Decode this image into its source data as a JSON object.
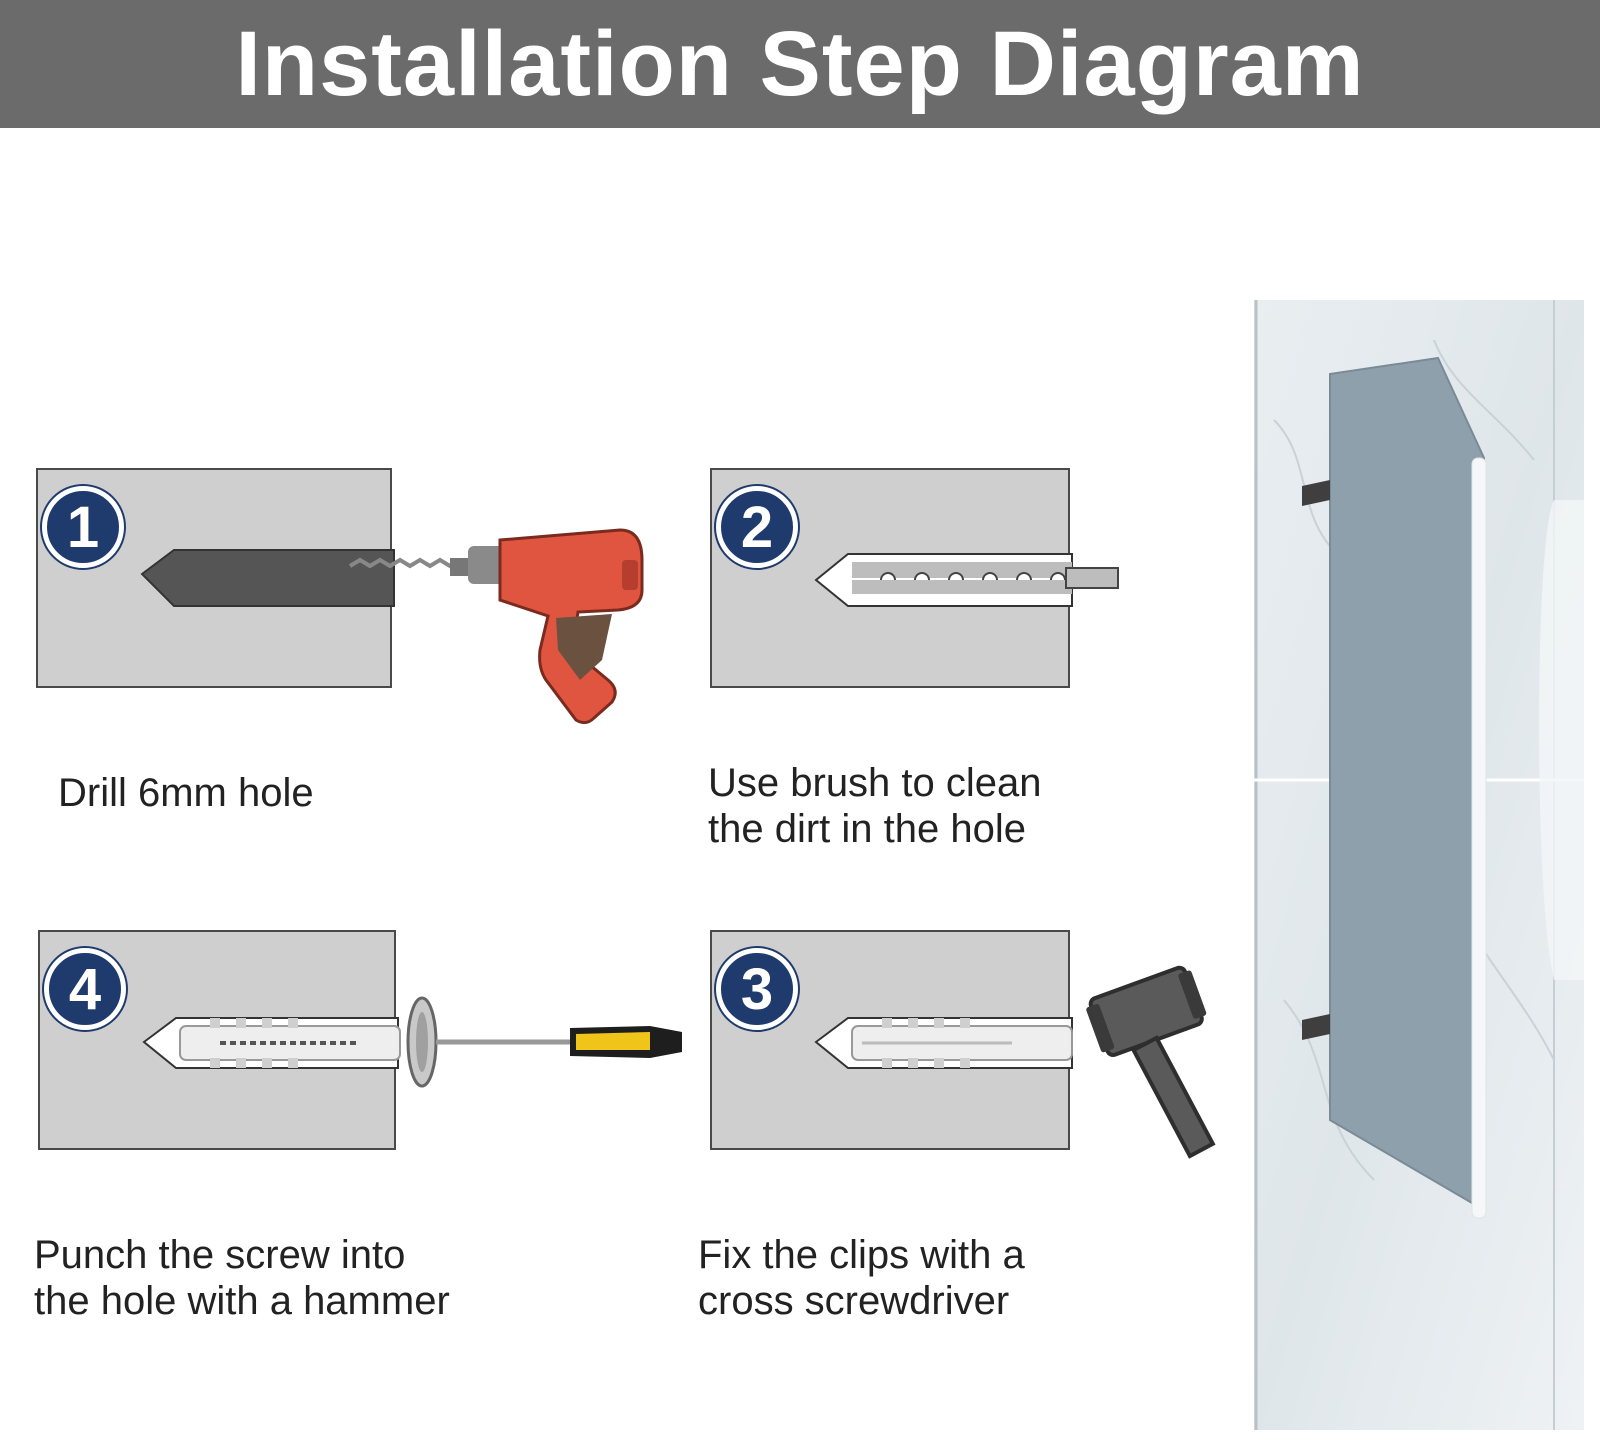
{
  "header": {
    "title": "Installation Step Diagram"
  },
  "steps": [
    {
      "number": "1",
      "caption_lines": [
        "Drill 6mm hole"
      ],
      "tool": "drill-icon"
    },
    {
      "number": "2",
      "caption_lines": [
        "Use brush to clean",
        "the dirt in the hole"
      ],
      "tool": "brush-icon"
    },
    {
      "number": "3",
      "caption_lines": [
        "Fix the clips with a",
        "cross screwdriver"
      ],
      "tool": "hammer-icon"
    },
    {
      "number": "4",
      "caption_lines": [
        "Punch the screw into",
        "the hole with a hammer"
      ],
      "tool": "screwdriver-icon"
    }
  ],
  "colors": {
    "header_bg": "#6b6b6b",
    "badge_blue": "#1f3b6e",
    "panel_gray": "#cfcfcf",
    "drill_red": "#e0553f",
    "partition_blue": "#8fa0ad"
  }
}
